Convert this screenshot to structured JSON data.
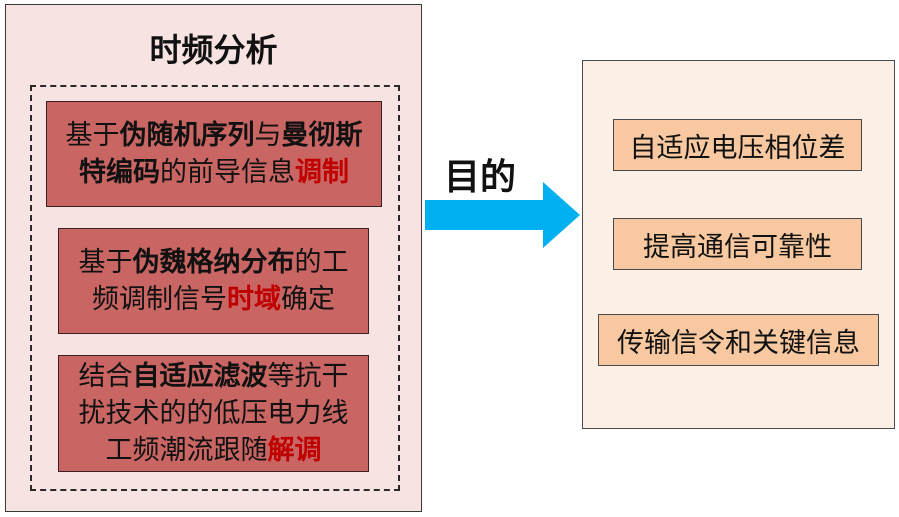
{
  "left_panel": {
    "title": "时频分析",
    "boxes": [
      {
        "lines": [
          [
            {
              "t": "基于",
              "s": "n"
            },
            {
              "t": "伪随机序列",
              "s": "b"
            },
            {
              "t": "与",
              "s": "n"
            },
            {
              "t": "曼彻斯",
              "s": "b"
            }
          ],
          [
            {
              "t": "特编码",
              "s": "b"
            },
            {
              "t": "的前导信息",
              "s": "n"
            },
            {
              "t": "调制",
              "s": "r"
            }
          ]
        ]
      },
      {
        "lines": [
          [
            {
              "t": "基于",
              "s": "n"
            },
            {
              "t": "伪魏格纳分布",
              "s": "b"
            },
            {
              "t": "的工",
              "s": "n"
            }
          ],
          [
            {
              "t": "频调制信号",
              "s": "n"
            },
            {
              "t": "时域",
              "s": "r"
            },
            {
              "t": "确定",
              "s": "n"
            }
          ]
        ]
      },
      {
        "lines": [
          [
            {
              "t": "结合",
              "s": "n"
            },
            {
              "t": "自适应滤波",
              "s": "b"
            },
            {
              "t": "等抗干",
              "s": "n"
            }
          ],
          [
            {
              "t": "扰技术的的低压电力线",
              "s": "n"
            }
          ],
          [
            {
              "t": "工频潮流跟随",
              "s": "n"
            },
            {
              "t": "解调",
              "s": "r"
            }
          ]
        ]
      }
    ]
  },
  "connector": {
    "label": "目的",
    "arrow_icon": "right-arrow-icon",
    "arrow_color": "#00b0f0"
  },
  "right_panel": {
    "goals": [
      "自适应电压相位差",
      "提高通信可靠性",
      "传输信令和关键信息"
    ]
  },
  "colors": {
    "left_bg": "#f7e3e2",
    "method_box": "#c96664",
    "highlight_red": "#c00000",
    "right_bg": "#fcefe6",
    "goal_box": "#f8c9a0"
  }
}
